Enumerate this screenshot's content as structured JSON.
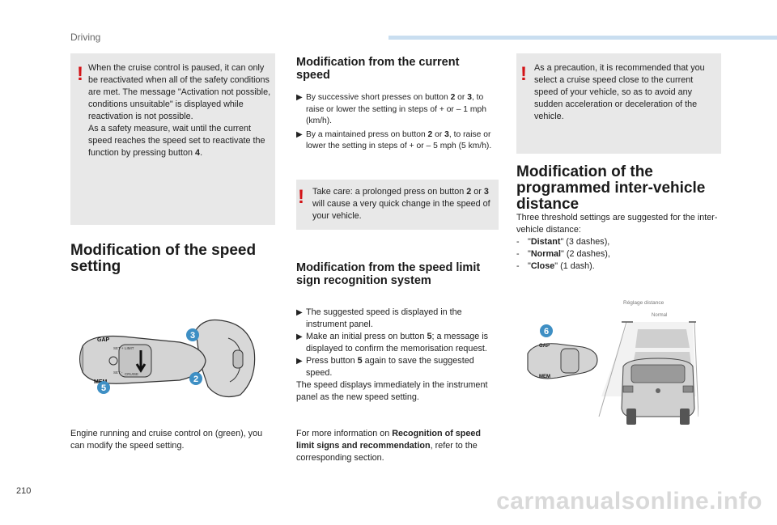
{
  "header": {
    "section": "Driving",
    "page_number": "210"
  },
  "col1": {
    "warning": {
      "p1": "When the cruise control is paused, it can only be reactivated when all of the safety conditions are met. The message \"Activation not possible, conditions unsuitable\" is displayed while reactivation is not possible.",
      "p2_pre": "As a safety measure, wait until the current speed reaches the speed set to reactivate the function by pressing button ",
      "p2_button": "4",
      "p2_post": "."
    },
    "heading": "Modification of the speed setting",
    "figure_callouts": {
      "c3": "3",
      "c2": "2",
      "c5": "5"
    },
    "figure_labels": {
      "gap": "GAP",
      "mem": "MEM",
      "set_plus": "SET +",
      "set_minus": "SET -",
      "limit": "LIMIT",
      "cruise": "CRUISE"
    },
    "caption": "Engine running and cruise control on (green), you can modify the speed setting."
  },
  "col2": {
    "heading": "Modification from the current speed",
    "bullets": [
      {
        "pre": "By successive short presses on button ",
        "b1": "2",
        "mid": " or ",
        "b2": "3",
        "post": ", to raise or lower the setting in steps of + or – 1 mph (km/h)."
      },
      {
        "pre": "By a maintained press on button ",
        "b1": "2",
        "mid": " or ",
        "b2": "3",
        "post": ", to raise or lower the setting in steps of + or – 5 mph (5 km/h)."
      }
    ],
    "warning": {
      "pre": "Take care: a prolonged press on button ",
      "b1": "2",
      "mid": " or ",
      "b2": "3",
      "post": " will cause a very quick change in the speed of your vehicle."
    },
    "heading2": "Modification from the speed limit sign recognition system",
    "bullets2": [
      {
        "pre": "The suggested speed is displayed in the instrument panel.",
        "b": "",
        "post": ""
      },
      {
        "pre": "Make an initial press on button ",
        "b": "5",
        "post": "; a message is displayed to confirm the memorisation request."
      },
      {
        "pre": "Press button ",
        "b": "5",
        "post": " again to save the suggested speed."
      }
    ],
    "after_bullets": "The speed displays immediately in the instrument panel as the new speed setting.",
    "more_info_pre": "For more information on ",
    "more_info_bold": "Recognition of speed limit signs and recommendation",
    "more_info_post": ", refer to the corresponding section."
  },
  "col3": {
    "warning": "As a precaution, it is recommended that you select a cruise speed close to the current speed of your vehicle, so as to avoid any sudden acceleration or deceleration of the vehicle.",
    "heading": "Modification of the programmed inter-vehicle distance",
    "intro": "Three threshold settings are suggested for the inter-vehicle distance:",
    "options": [
      {
        "name": "Distant",
        "desc": " (3 dashes),"
      },
      {
        "name": "Normal",
        "desc": " (2 dashes),"
      },
      {
        "name": "Close",
        "desc": " (1 dash)."
      }
    ],
    "figure_callout": "6",
    "screen_title": "Réglage distance",
    "screen_value": "Normal",
    "figure_labels": {
      "gap": "GAP",
      "mem": "MEM"
    }
  },
  "watermark": "carmanualsonline.info",
  "colors": {
    "warning_mark": "#d31317",
    "warning_bg": "#e8e8e8",
    "callout": "#3e8fc4",
    "header_bar": "#c9def0"
  }
}
